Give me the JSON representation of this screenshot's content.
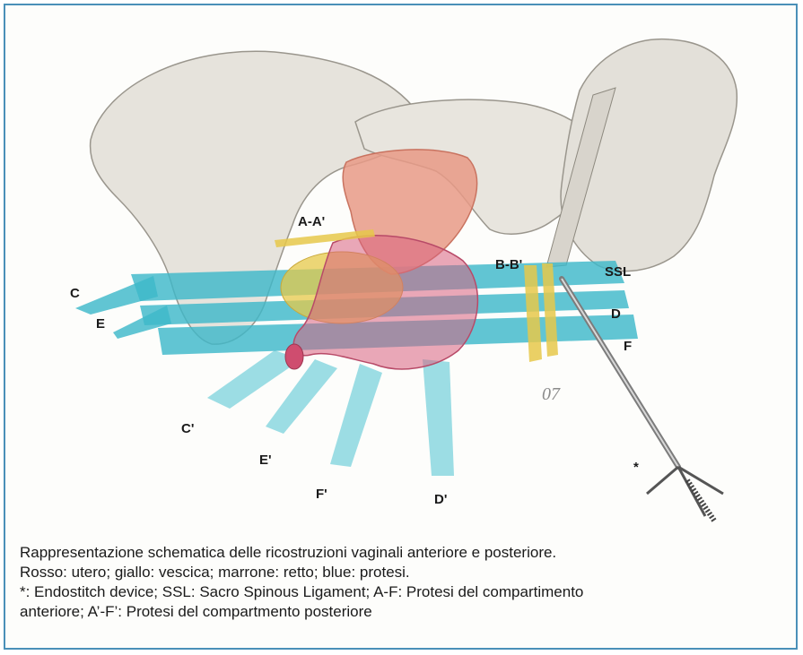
{
  "figure": {
    "labels": {
      "a": "A-A'",
      "b": "B-B'",
      "ssl": "SSL",
      "c": "C",
      "e": "E",
      "d": "D",
      "f": "F",
      "c_prime": "C'",
      "e_prime": "E'",
      "f_prime": "F'",
      "d_prime": "D'",
      "star": "*",
      "signature": "07"
    },
    "colors": {
      "border": "#4a90b8",
      "bone": "#e6e3dc",
      "uterus": "#e79a86",
      "bladder": "#e6c84a",
      "rectum": "#d9607f",
      "mesh": "#3eb8c9",
      "device": "#7c7c7c"
    }
  },
  "caption": {
    "line1": "Rappresentazione schematica delle ricostruzioni vaginali anteriore e posteriore.",
    "line2": "Rosso: utero; giallo: vescica; marrone: retto; blue: protesi.",
    "line3": "*: Endostitch device; SSL: Sacro Spinous Ligament; A-F: Protesi del compartimento",
    "line4": "anteriore; A’-F’: Protesi del compartmento posteriore"
  }
}
